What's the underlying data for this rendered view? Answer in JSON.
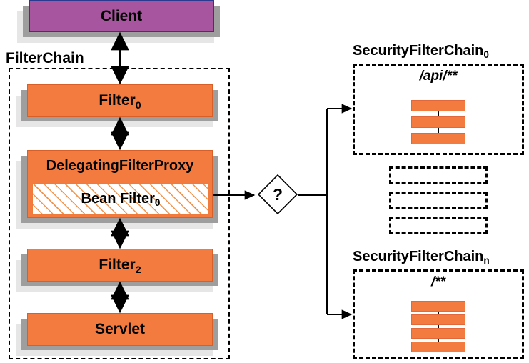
{
  "diagram": {
    "title": "Spring Security FilterChain delegation diagram",
    "colors": {
      "orange": "#f47b3f",
      "purple": "#a855a0",
      "purple_border": "#2b3a8f",
      "shadow_dark": "#9e9e9e",
      "shadow_light": "#e6e6e6",
      "line": "#000000"
    }
  },
  "client": {
    "label": "Client"
  },
  "filter_chain": {
    "label": "FilterChain",
    "nodes": [
      {
        "label": "Filter",
        "sub": "0"
      },
      {
        "label": "DelegatingFilterProxy",
        "sub": ""
      },
      {
        "label": "Filter",
        "sub": "2"
      },
      {
        "label": "Servlet",
        "sub": ""
      }
    ],
    "bean_filter": {
      "label": "Bean Filter",
      "sub": "0"
    }
  },
  "decision": {
    "label": "?"
  },
  "security_chains": [
    {
      "title": "SecurityFilterChain",
      "sub": "0",
      "pattern": "/api/**",
      "bar_count": 3
    },
    {
      "title": "SecurityFilterChain",
      "sub": "n",
      "pattern": "/**",
      "bar_count": 4
    }
  ],
  "placeholders": {
    "count": 3,
    "label": ""
  }
}
